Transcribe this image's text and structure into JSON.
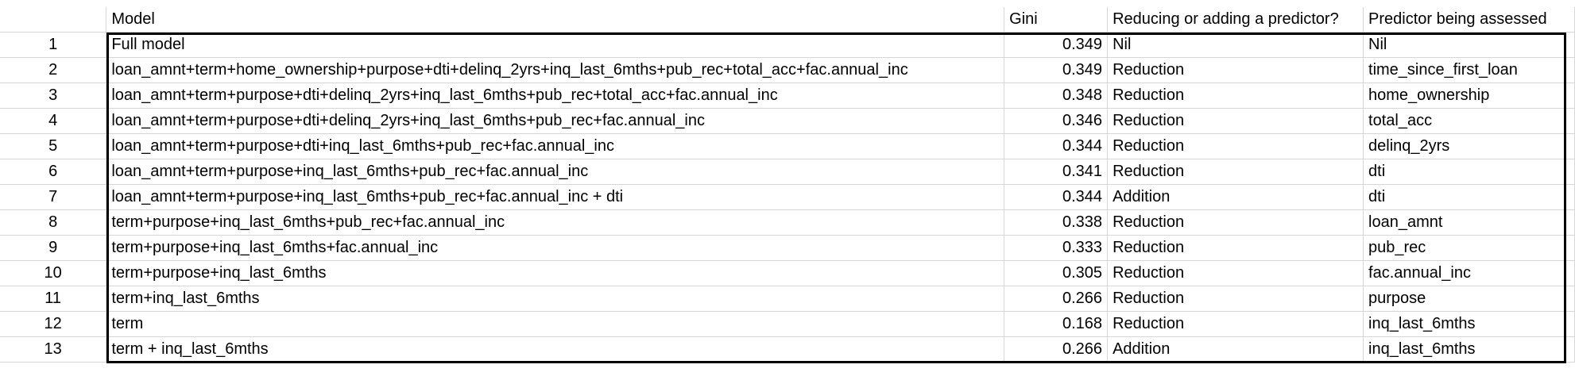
{
  "headers": {
    "model": "Model",
    "gini": "Gini",
    "change": "Reducing or adding a predictor?",
    "predictor": "Predictor being assessed"
  },
  "rows": [
    {
      "num": "1",
      "model": "Full model",
      "gini": "0.349",
      "change": "Nil",
      "predictor": "Nil"
    },
    {
      "num": "2",
      "model": "loan_amnt+term+home_ownership+purpose+dti+delinq_2yrs+inq_last_6mths+pub_rec+total_acc+fac.annual_inc",
      "gini": "0.349",
      "change": "Reduction",
      "predictor": "time_since_first_loan"
    },
    {
      "num": "3",
      "model": "loan_amnt+term+purpose+dti+delinq_2yrs+inq_last_6mths+pub_rec+total_acc+fac.annual_inc",
      "gini": "0.348",
      "change": "Reduction",
      "predictor": "home_ownership"
    },
    {
      "num": "4",
      "model": "loan_amnt+term+purpose+dti+delinq_2yrs+inq_last_6mths+pub_rec+fac.annual_inc",
      "gini": "0.346",
      "change": "Reduction",
      "predictor": "total_acc"
    },
    {
      "num": "5",
      "model": "loan_amnt+term+purpose+dti+inq_last_6mths+pub_rec+fac.annual_inc",
      "gini": "0.344",
      "change": "Reduction",
      "predictor": "delinq_2yrs"
    },
    {
      "num": "6",
      "model": "loan_amnt+term+purpose+inq_last_6mths+pub_rec+fac.annual_inc",
      "gini": "0.341",
      "change": "Reduction",
      "predictor": "dti"
    },
    {
      "num": "7",
      "model": "loan_amnt+term+purpose+inq_last_6mths+pub_rec+fac.annual_inc + dti",
      "gini": "0.344",
      "change": "Addition",
      "predictor": "dti"
    },
    {
      "num": "8",
      "model": "term+purpose+inq_last_6mths+pub_rec+fac.annual_inc",
      "gini": "0.338",
      "change": "Reduction",
      "predictor": "loan_amnt"
    },
    {
      "num": "9",
      "model": "term+purpose+inq_last_6mths+fac.annual_inc",
      "gini": "0.333",
      "change": "Reduction",
      "predictor": "pub_rec"
    },
    {
      "num": "10",
      "model": "term+purpose+inq_last_6mths",
      "gini": "0.305",
      "change": "Reduction",
      "predictor": "fac.annual_inc"
    },
    {
      "num": "11",
      "model": "term+inq_last_6mths",
      "gini": "0.266",
      "change": "Reduction",
      "predictor": "purpose"
    },
    {
      "num": "12",
      "model": "term",
      "gini": "0.168",
      "change": "Reduction",
      "predictor": "inq_last_6mths"
    },
    {
      "num": "13",
      "model": "term + inq_last_6mths",
      "gini": "0.266",
      "change": "Addition",
      "predictor": "inq_last_6mths"
    }
  ]
}
